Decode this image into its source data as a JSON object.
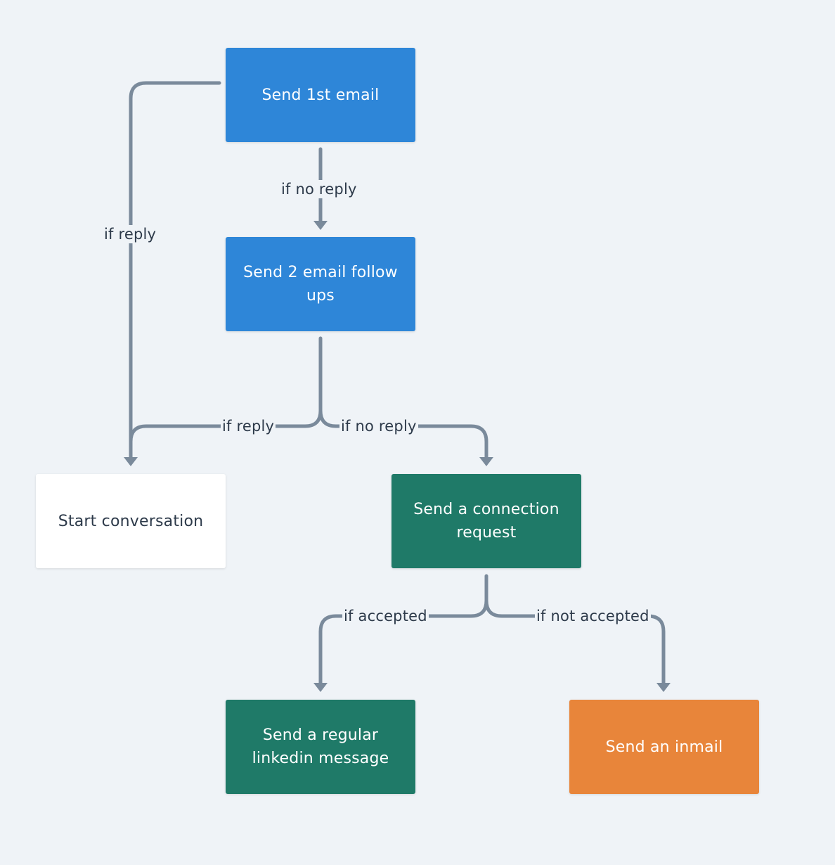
{
  "nodes": {
    "send_first_email": {
      "label": "Send 1st email",
      "color": "#2e86d8"
    },
    "send_follow_ups": {
      "label": "Send 2 email follow ups",
      "color": "#2e86d8"
    },
    "start_conversation": {
      "label": "Start conversation",
      "color": "#ffffff"
    },
    "connection_request": {
      "label": "Send a connection request",
      "color": "#1f7a68"
    },
    "regular_message": {
      "label": "Send a regular linkedin message",
      "color": "#1f7a68"
    },
    "inmail": {
      "label": "Send an inmail",
      "color": "#e8853a"
    }
  },
  "edges": {
    "first_to_followups": "if no reply",
    "first_to_conversation": "if reply",
    "followups_to_conversation": "if reply",
    "followups_to_connection": "if no reply",
    "connection_to_message": "if accepted",
    "connection_to_inmail": "if not accepted"
  },
  "colors": {
    "background": "#eff3f7",
    "connector": "#7a8a9b",
    "label_text": "#2d3a4a"
  }
}
